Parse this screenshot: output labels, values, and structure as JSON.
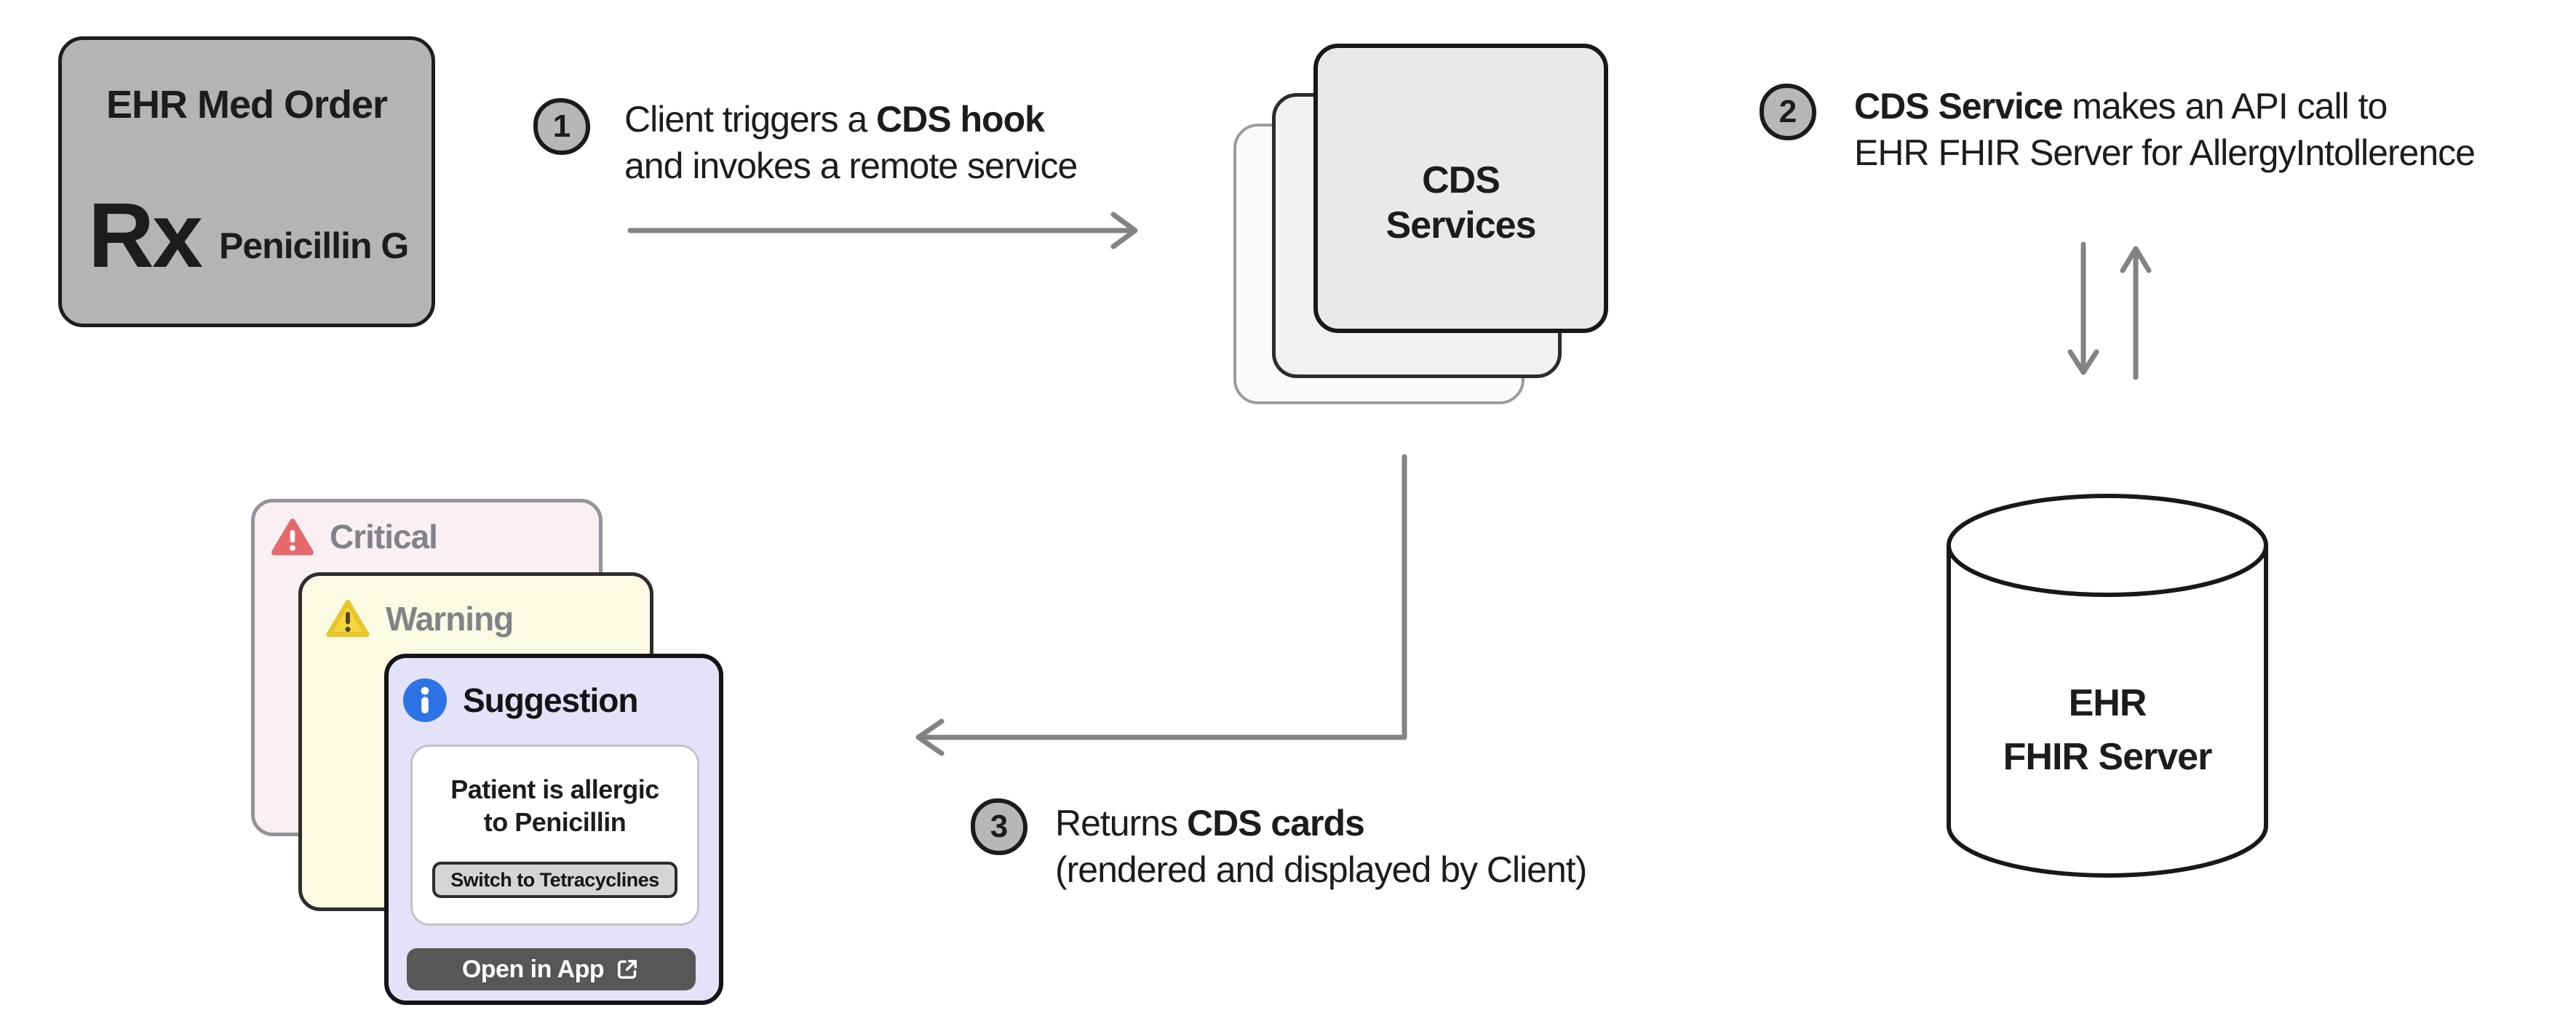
{
  "diagram": {
    "ehr_order": {
      "title": "EHR Med Order",
      "rx_symbol": "Rx",
      "medication": "Penicillin G"
    },
    "steps": [
      {
        "number": "1",
        "line1_pre": "Client triggers a ",
        "line1_bold": "CDS hook",
        "line1_post": "",
        "line2": "and invokes a remote service"
      },
      {
        "number": "2",
        "line1_pre": "",
        "line1_bold": "CDS Service",
        "line1_post": " makes an API call to",
        "line2": "EHR FHIR Server for AllergyIntollerence"
      },
      {
        "number": "3",
        "line1_pre": "Returns ",
        "line1_bold": "CDS cards",
        "line1_post": "",
        "line2": "(rendered and displayed by Client)"
      }
    ],
    "cds_services": {
      "line1": "CDS",
      "line2": "Services"
    },
    "fhir_server": {
      "line1": "EHR",
      "line2": "FHIR Server"
    },
    "cards": {
      "critical": {
        "label": "Critical"
      },
      "warning": {
        "label": "Warning"
      },
      "suggestion": {
        "label": "Suggestion",
        "message_line1": "Patient is allergic",
        "message_line2": "to Penicillin",
        "action_label": "Switch to Tetracyclines",
        "open_label": "Open in App"
      }
    },
    "colors": {
      "ink": "#1c1c1e",
      "arrow_gray": "#838383",
      "node_gray_fill": "#b4b3b5",
      "critical_red": "#e5696d",
      "critical_bg": "#faf0f3",
      "warning_yellow": "#f5d73d",
      "warning_bg": "#fbfbe3",
      "info_blue": "#2e73e6",
      "suggestion_bg": "#e4e2f9",
      "switch_button_bg": "#d6d5d6",
      "open_button_bg": "#575757"
    }
  }
}
